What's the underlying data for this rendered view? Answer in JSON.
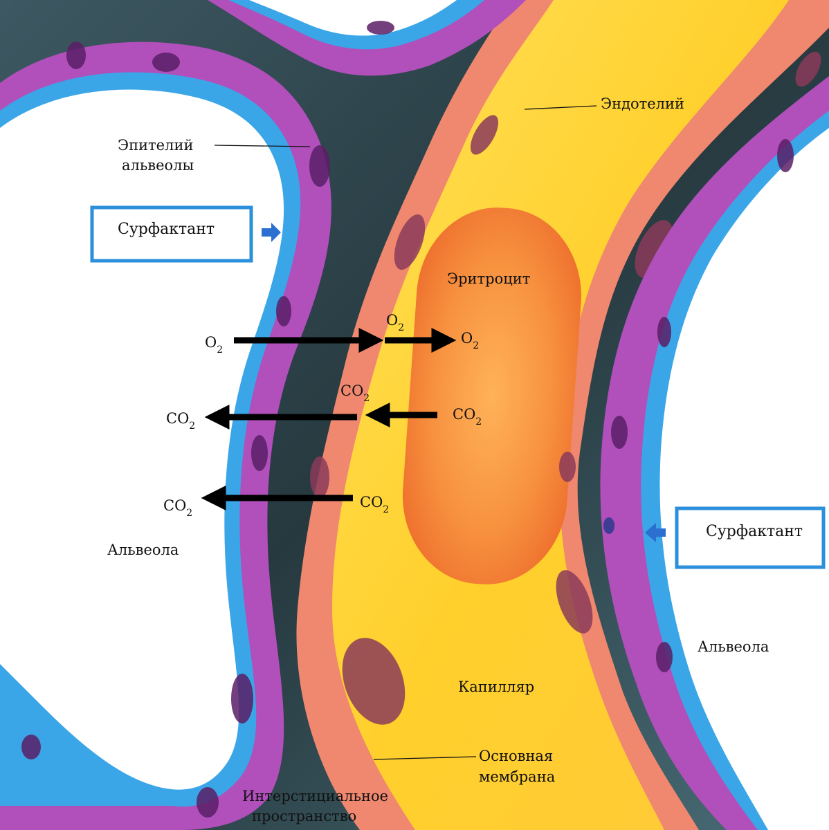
{
  "labels": {
    "endothelium": "Эндотелий",
    "epithelium_line1": "Эпителий",
    "epithelium_line2": "альвеолы",
    "surfactant_left": "Сурфактант",
    "surfactant_right": "Сурфактант",
    "erythrocyte": "Эритроцит",
    "alveola_left": "Альвеола",
    "alveola_right": "Альвеола",
    "capillary": "Капилляр",
    "basement_membrane_line1": "Основная",
    "basement_membrane_line2": "мембрана",
    "interstitial_line1": "Интерстициальное",
    "interstitial_line2": "пространство"
  },
  "gases": {
    "o2": {
      "base": "O",
      "subscript": "2"
    },
    "co2": {
      "base": "CO",
      "subscript": "2"
    }
  },
  "colors": {
    "alveolar_space": "#ffffff",
    "epithelium_purple": "#b04fb8",
    "surfactant_blue": "#3aa6e8",
    "interstitium_dark": "#2e4650",
    "endothelium_pink": "#f08a7a",
    "capillary_yellow": "#ffd23a",
    "erythrocyte_orange": "#f58a3c",
    "arrow": "#000000"
  }
}
